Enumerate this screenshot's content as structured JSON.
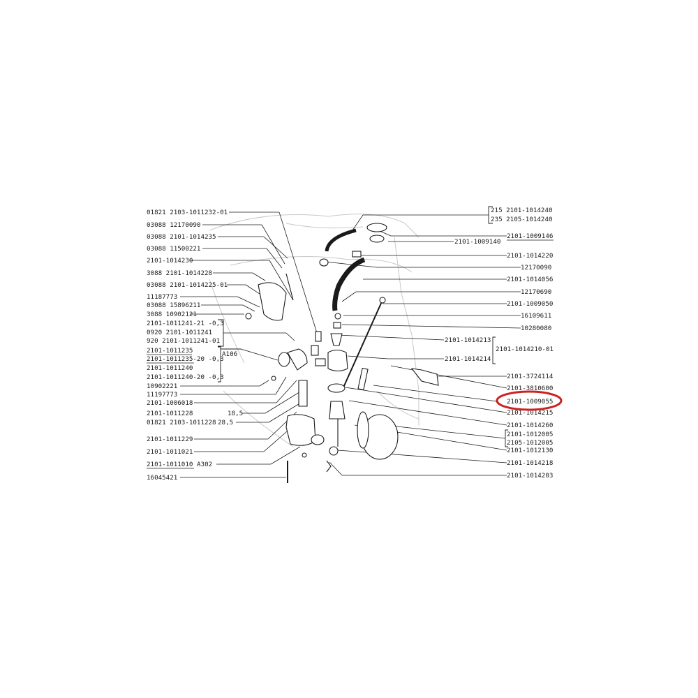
{
  "diagram": {
    "left_labels": [
      "01821  2103-1011232-01",
      "03088  12170090",
      "03088  2101-1014235",
      "03088  11500221",
      "2101-1014230",
      "3088  2101-1014228",
      "03088  2101-1014225-01",
      "11187773",
      "03088  15896211",
      "3088  10902121",
      "2101-1011241-21  -0,3",
      "0920  2101-1011241",
      "920  2101-1011241-01",
      "2101-1011235",
      "2101-1011235-20  -0,3",
      "2101-1011240",
      "2101-1011240-20  -0,3",
      "10902221",
      "11197773",
      "2101-1006018",
      "2101-1011228",
      "01821  2103-1011228",
      "2101-1011229",
      "2101-1011021",
      "2101-1011010",
      "16045421"
    ],
    "side_notes": {
      "a106": "A106",
      "a302": "A302",
      "size_1": "18,5",
      "size_2": "28,5"
    },
    "right_labels": [
      "215  2101-1014240",
      "235  2105-1014240",
      "2101-1009146",
      "2101-1009140",
      "2101-1014220",
      "12170090",
      "2101-1014056",
      "12170690",
      "2101-1009050",
      "16109611",
      "10280080",
      "2101-1014213",
      "2101-1014210-01",
      "2101-1014214",
      "2101-3724114",
      "2101-3810600",
      "2101-1009055",
      "2101-1014215",
      "2101-1014260",
      "2101-1012005",
      "2105-1012005",
      "2101-1012130",
      "2101-1014218",
      "2101-1014203"
    ],
    "highlight_color": "#cc2222"
  }
}
